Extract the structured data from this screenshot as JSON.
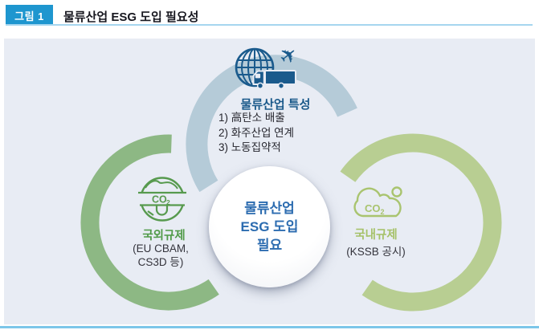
{
  "header": {
    "figure_label": "그림 1",
    "title": "물류산업 ESG 도입 필요성"
  },
  "diagram": {
    "top_circle": {
      "heading": "물류산업 특성",
      "items": [
        "1) 高탄소 배출",
        "2) 화주산업 연계",
        "3) 노동집약적"
      ]
    },
    "left_circle": {
      "heading": "국외규제",
      "sub_line1": "(EU CBAM,",
      "sub_line2": "CS3D 등)",
      "icon_text": "CO",
      "icon_text_sub": "2"
    },
    "right_circle": {
      "heading": "국내규제",
      "sub": "(KSSB 공시)",
      "icon_text": "CO",
      "icon_text_sub": "2"
    },
    "center_circle": {
      "line1": "물류산업",
      "line2": "ESG 도입",
      "line3": "필요"
    }
  },
  "icons": {
    "plane_glyph": "✈"
  },
  "colors": {
    "badge_blue": "#1e96cf",
    "panel_bg": "#e8ecf4",
    "top_ring_blue": "#b5cbd8",
    "left_ring_green": "#8db884",
    "right_ring_green": "#b8ce92",
    "icon_dark_blue": "#1a5a8c",
    "overseas_green": "#4f9a47",
    "domestic_light_green": "#a5c167",
    "center_text_blue": "#2c6cb0",
    "header_rule_blue": "#a6d6ef",
    "bottom_rule_blue": "#7cc6e9"
  }
}
